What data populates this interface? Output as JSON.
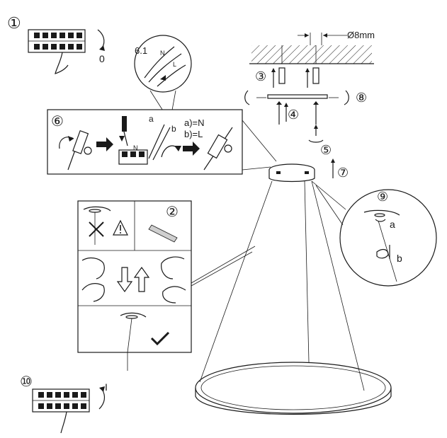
{
  "steps": {
    "s1": "①",
    "s2": "②",
    "s3": "③",
    "s4": "④",
    "s5": "⑤",
    "s6": "⑥",
    "s6_1": "6.1",
    "s7": "⑦",
    "s8": "⑧",
    "s9": "⑨",
    "s10": "⑩"
  },
  "labels": {
    "switch_off": "0",
    "switch_on": "I",
    "drill_diameter": "Ø8mm",
    "wire_a": "a",
    "wire_b": "b",
    "legend_a": "a)=N",
    "legend_b": "b)=L",
    "connector_n": "N",
    "connector_l": "L",
    "detail_a": "a",
    "detail_b": "b"
  },
  "icons": [
    "warning-icon",
    "cross-icon",
    "check-icon",
    "arrow-down-icon",
    "arrow-up-icon",
    "arrow-right-icon",
    "rotate-icon",
    "screwdriver-icon"
  ]
}
